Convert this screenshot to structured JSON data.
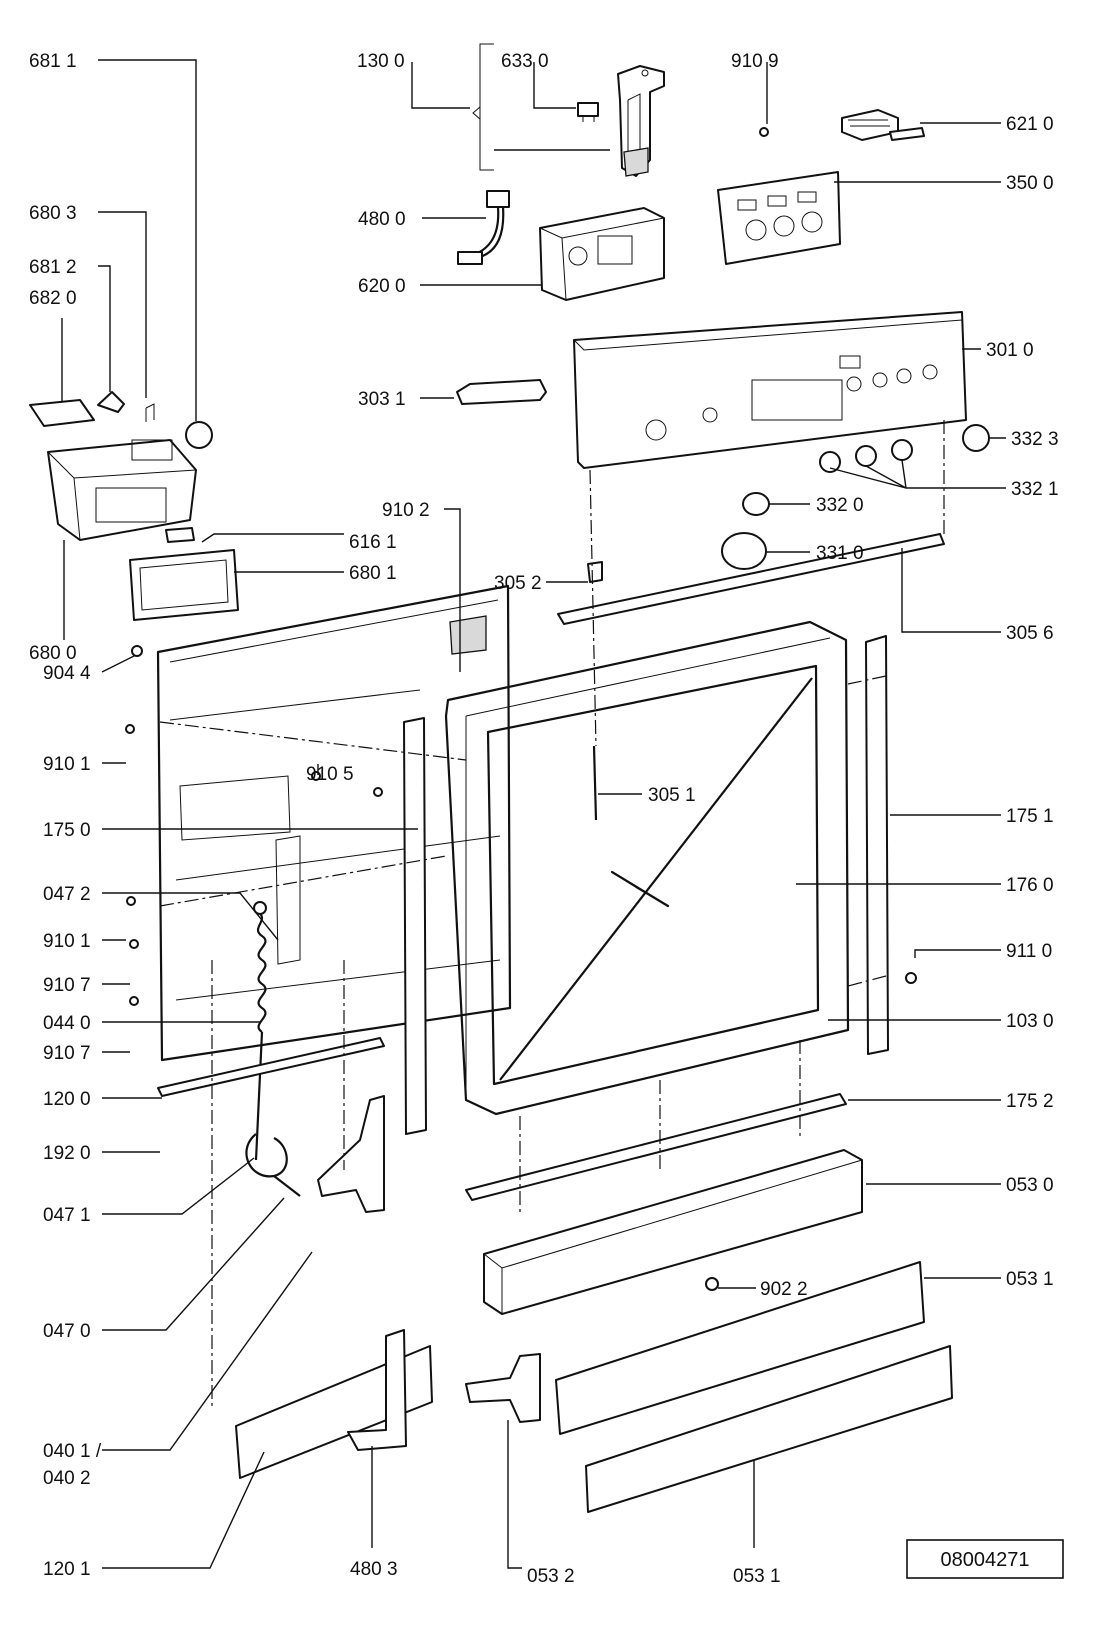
{
  "reference_number": "08004271",
  "labels": [
    {
      "key": "6811",
      "text": "681 1"
    },
    {
      "key": "6803",
      "text": "680 3"
    },
    {
      "key": "6812",
      "text": "681 2"
    },
    {
      "key": "6820",
      "text": "682 0"
    },
    {
      "key": "6800",
      "text": "680 0"
    },
    {
      "key": "1300",
      "text": "130 0"
    },
    {
      "key": "6330",
      "text": "633 0"
    },
    {
      "key": "9109",
      "text": "910 9"
    },
    {
      "key": "6210",
      "text": "621 0"
    },
    {
      "key": "3500",
      "text": "350 0"
    },
    {
      "key": "4800",
      "text": "480 0"
    },
    {
      "key": "6200",
      "text": "620 0"
    },
    {
      "key": "3010",
      "text": "301 0"
    },
    {
      "key": "3031",
      "text": "303 1"
    },
    {
      "key": "3323",
      "text": "332 3"
    },
    {
      "key": "3321",
      "text": "332 1"
    },
    {
      "key": "3320",
      "text": "332 0"
    },
    {
      "key": "3310",
      "text": "331 0"
    },
    {
      "key": "9102",
      "text": "910 2"
    },
    {
      "key": "6161",
      "text": "616 1"
    },
    {
      "key": "6801",
      "text": "680 1"
    },
    {
      "key": "3052",
      "text": "305 2"
    },
    {
      "key": "3056",
      "text": "305 6"
    },
    {
      "key": "9044",
      "text": "904 4"
    },
    {
      "key": "9101a",
      "text": "910 1"
    },
    {
      "key": "9105",
      "text": "910 5"
    },
    {
      "key": "3051",
      "text": "305 1"
    },
    {
      "key": "1750",
      "text": "175 0"
    },
    {
      "key": "1751",
      "text": "175 1"
    },
    {
      "key": "0472",
      "text": "047 2"
    },
    {
      "key": "1760",
      "text": "176 0"
    },
    {
      "key": "9101b",
      "text": "910 1"
    },
    {
      "key": "9110",
      "text": "911 0"
    },
    {
      "key": "9107a",
      "text": "910 7"
    },
    {
      "key": "0440",
      "text": "044 0"
    },
    {
      "key": "1030",
      "text": "103 0"
    },
    {
      "key": "9107b",
      "text": "910 7"
    },
    {
      "key": "1200",
      "text": "120 0"
    },
    {
      "key": "1752",
      "text": "175 2"
    },
    {
      "key": "1920",
      "text": "192 0"
    },
    {
      "key": "0530",
      "text": "053 0"
    },
    {
      "key": "0471",
      "text": "047 1"
    },
    {
      "key": "9022",
      "text": "902 2"
    },
    {
      "key": "0531a",
      "text": "053 1"
    },
    {
      "key": "0470",
      "text": "047 0"
    },
    {
      "key": "0401",
      "text": "040 1 /"
    },
    {
      "key": "0402",
      "text": "040 2"
    },
    {
      "key": "1201",
      "text": "120 1"
    },
    {
      "key": "4803",
      "text": "480 3"
    },
    {
      "key": "0532",
      "text": "053 2"
    },
    {
      "key": "0531b",
      "text": "053 1"
    }
  ]
}
